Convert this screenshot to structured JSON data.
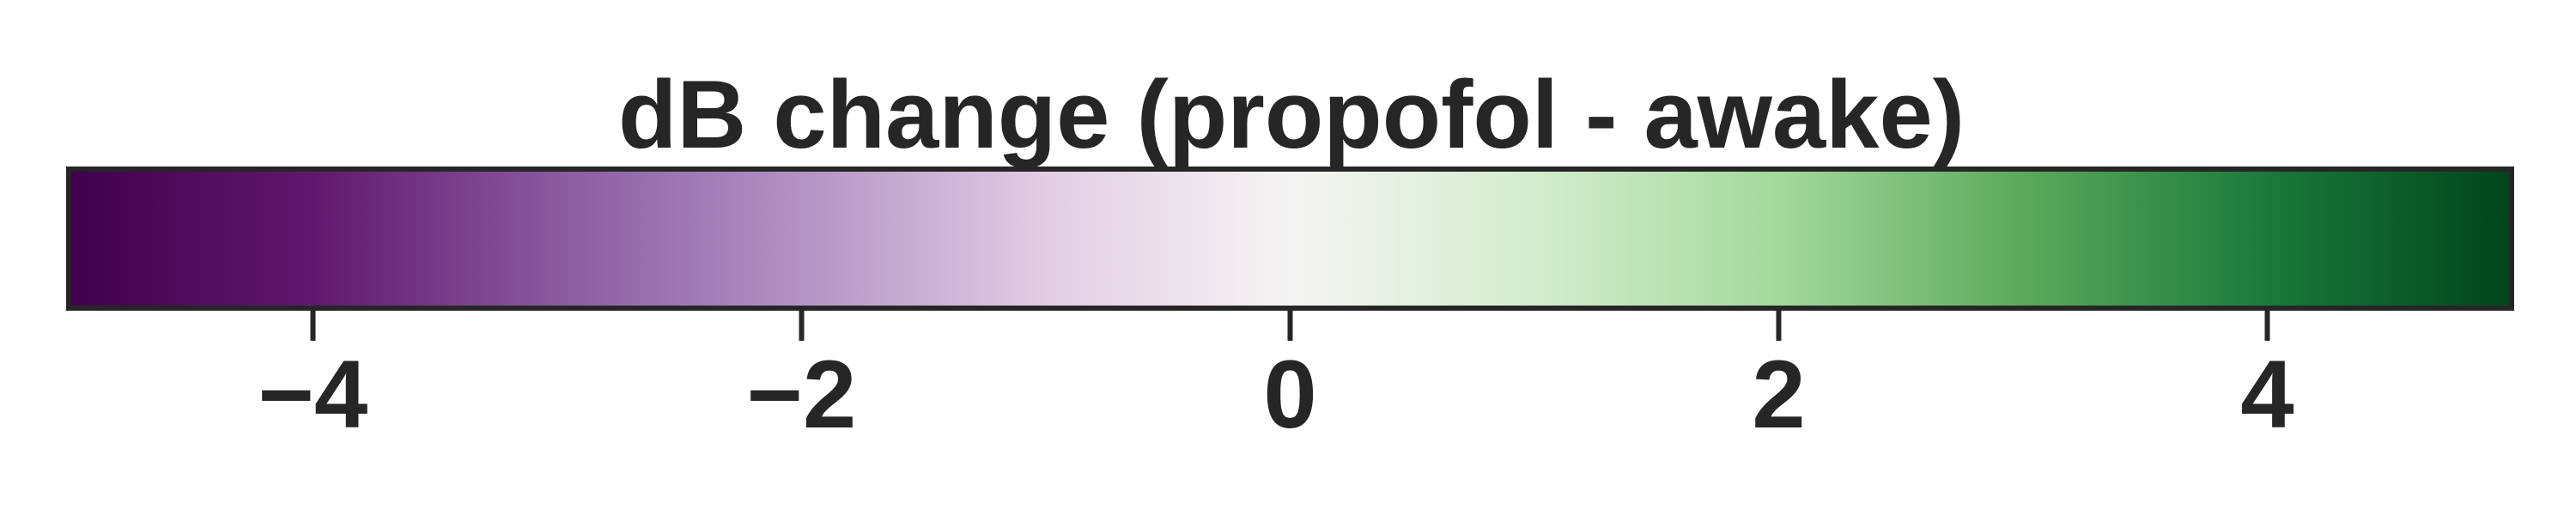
{
  "chart_data": {
    "type": "heatmap",
    "title": "dB change (propofol - awake)",
    "colormap": "PRGn",
    "orientation": "horizontal",
    "vmin": -5,
    "vmax": 5,
    "ticks": [
      -4,
      -2,
      0,
      2,
      4
    ],
    "tick_labels": [
      "−4",
      "−2",
      "0",
      "2",
      "4"
    ],
    "color_stops": [
      {
        "value": -5.0,
        "color": "#40004b"
      },
      {
        "value": -4.0,
        "color": "#60186e"
      },
      {
        "value": -3.0,
        "color": "#8a5a9f"
      },
      {
        "value": -2.0,
        "color": "#b293c4"
      },
      {
        "value": -1.0,
        "color": "#e2cde4"
      },
      {
        "value": 0.0,
        "color": "#f5f4f3"
      },
      {
        "value": 1.0,
        "color": "#d3ecce"
      },
      {
        "value": 2.0,
        "color": "#a4d99c"
      },
      {
        "value": 3.0,
        "color": "#5ba95c"
      },
      {
        "value": 4.0,
        "color": "#1b7a3b"
      },
      {
        "value": 5.0,
        "color": "#00441b"
      }
    ],
    "frame_color": "#262626",
    "text_color": "#262626"
  }
}
